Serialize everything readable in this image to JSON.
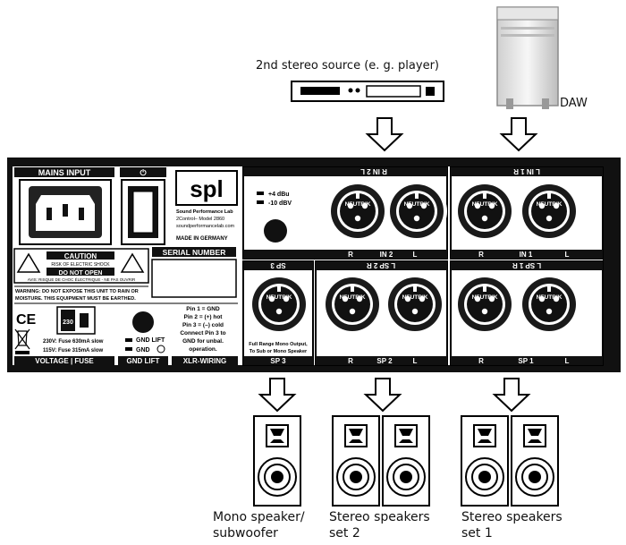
{
  "sources": {
    "player_label": "2nd stereo source (e. g. player)",
    "daw_label": "DAW"
  },
  "panel": {
    "mains_input": "MAINS INPUT",
    "power_symbol": "⏻",
    "brand": "spl",
    "company": "Sound Performance Lab",
    "model": "2Control– Model 2860",
    "website": "soundperformancelab.com",
    "made_in": "MADE IN GERMANY",
    "serial_number": "SERIAL NUMBER",
    "caution": "CAUTION",
    "shock_risk": "RISK OF ELECTRIC SHOCK",
    "do_not_open": "DO NOT OPEN",
    "avis": "AVIS: RISQUE DE CHOC ÉLECTRIQUE - NE PAS OUVRIR",
    "warning_1": "WARNING: DO NOT EXPOSE THIS UNIT TO RAIN OR",
    "warning_2": "MOISTURE. THIS EQUIPMENT MUST BE EARTHED.",
    "ce": "CE",
    "voltage_value": "230",
    "fuse_230": "230V: Fuse 630mA slow",
    "fuse_115": "115V: Fuse 315mA slow",
    "voltage_fuse": "VOLTAGE | FUSE",
    "gnd_lift_option": "GND LIFT",
    "gnd_option": "GND",
    "gnd_lift_section": "GND LIFT",
    "xlr_wiring_lines": [
      "Pin 1 = GND",
      "Pin 2 = (+) hot",
      "Pin 3 = (–) cold",
      "Connect Pin 3 to",
      "GND for unbal.",
      "operation."
    ],
    "xlr_wiring": "XLR-WIRING",
    "level_high": "+4 dBu",
    "level_low": "-10 dBV",
    "in2_top": "R    IN 2    L",
    "in1_top": "L    IN 1    R",
    "in2_bottom": {
      "r": "R",
      "name": "IN 2",
      "l": "L"
    },
    "in1_bottom": {
      "r": "R",
      "name": "IN 1",
      "l": "L"
    },
    "sp3_top": "SP 3",
    "sp2_top": "L    SP 2    R",
    "sp1_top": "L    SP 1    R",
    "sp3_bottom": "SP 3",
    "sp2_bottom": {
      "r": "R",
      "name": "SP 2",
      "l": "L"
    },
    "sp1_bottom": {
      "r": "R",
      "name": "SP 1",
      "l": "L"
    },
    "neutrik": "NEUTRIK",
    "mono_note_1": "Full Range Mono Output,",
    "mono_note_2": "To Sub or Mono Speaker"
  },
  "speakers": {
    "mono_label_1": "Mono speaker/",
    "mono_label_2": "subwoofer",
    "set2_label_1": "Stereo speakers",
    "set2_label_2": "set 2",
    "set1_label_1": "Stereo speakers",
    "set1_label_2": "set 1"
  }
}
